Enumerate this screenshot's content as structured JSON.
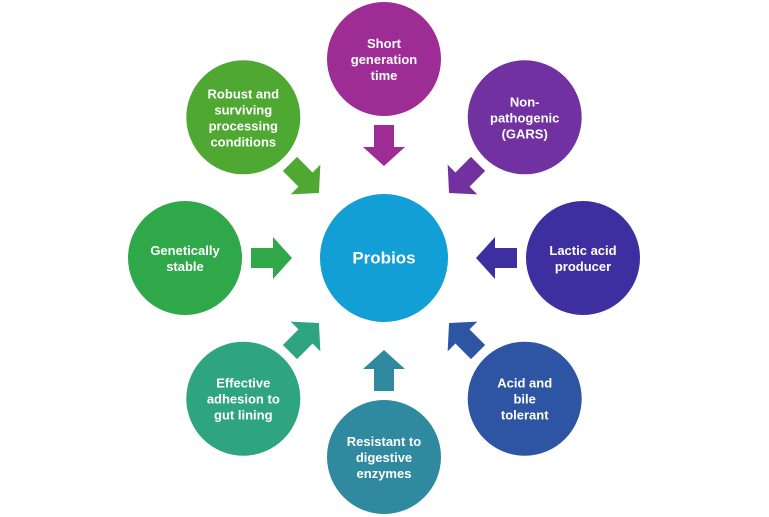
{
  "diagram": {
    "type": "radial-convergence",
    "center": {
      "label": "Probios",
      "color": "#129fd6"
    },
    "nodes": [
      {
        "id": "short-generation-time",
        "lines": [
          "Short",
          "generation",
          "time"
        ],
        "color": "#9e2c95"
      },
      {
        "id": "non-pathogenic",
        "lines": [
          "Non-",
          "pathogenic",
          "(GARS)"
        ],
        "color": "#7131a0"
      },
      {
        "id": "lactic-acid-producer",
        "lines": [
          "Lactic acid",
          "producer"
        ],
        "color": "#3d2fa0"
      },
      {
        "id": "acid-bile-tolerant",
        "lines": [
          "Acid and",
          "bile",
          "tolerant"
        ],
        "color": "#2e55a3"
      },
      {
        "id": "resistant-digestive-enzymes",
        "lines": [
          "Resistant to",
          "digestive",
          "enzymes"
        ],
        "color": "#2f8aa0"
      },
      {
        "id": "adhesion-gut-lining",
        "lines": [
          "Effective",
          "adhesion to",
          "gut lining"
        ],
        "color": "#2ea57e"
      },
      {
        "id": "genetically-stable",
        "lines": [
          "Genetically",
          "stable"
        ],
        "color": "#2fa84a"
      },
      {
        "id": "robust-processing",
        "lines": [
          "Robust and",
          "surviving",
          "processing",
          "conditions"
        ],
        "color": "#4ea832"
      }
    ],
    "arrow_direction": "inward"
  }
}
